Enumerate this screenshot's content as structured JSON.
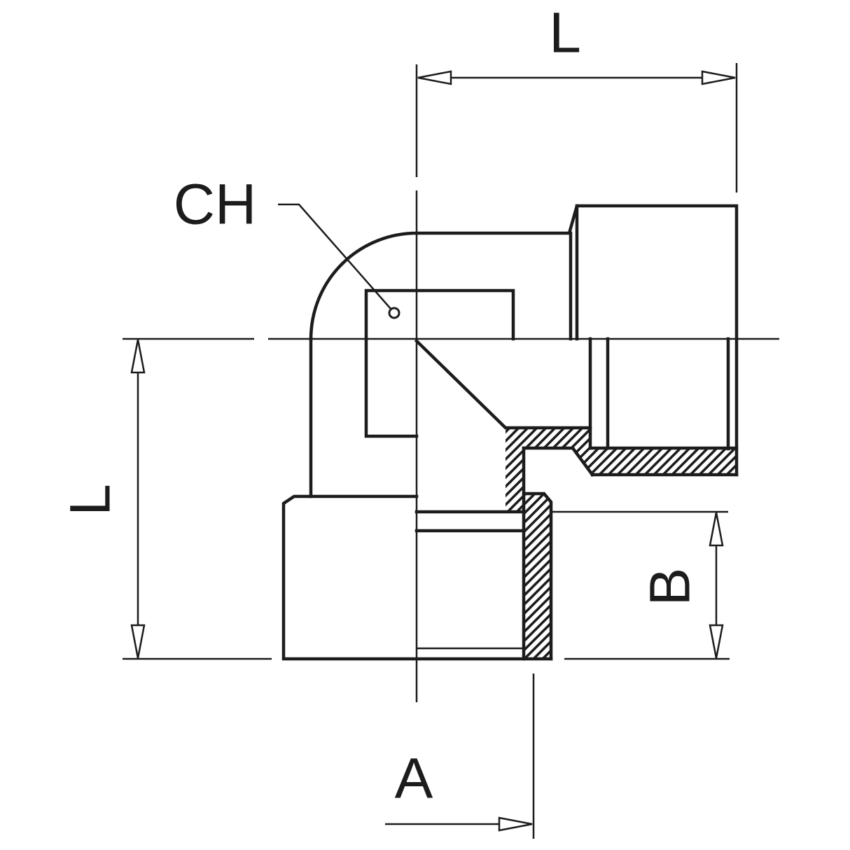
{
  "figure": {
    "type": "technical-drawing-section-view",
    "subject": "90-degree female threaded elbow fitting"
  },
  "colors": {
    "line": "#1c1c1c",
    "background": "#ffffff"
  },
  "labels": {
    "dim_length_top": "L",
    "dim_length_left": "L",
    "dim_a_bottom": "A",
    "dim_b_right": "B",
    "callout_hex": "CH"
  }
}
